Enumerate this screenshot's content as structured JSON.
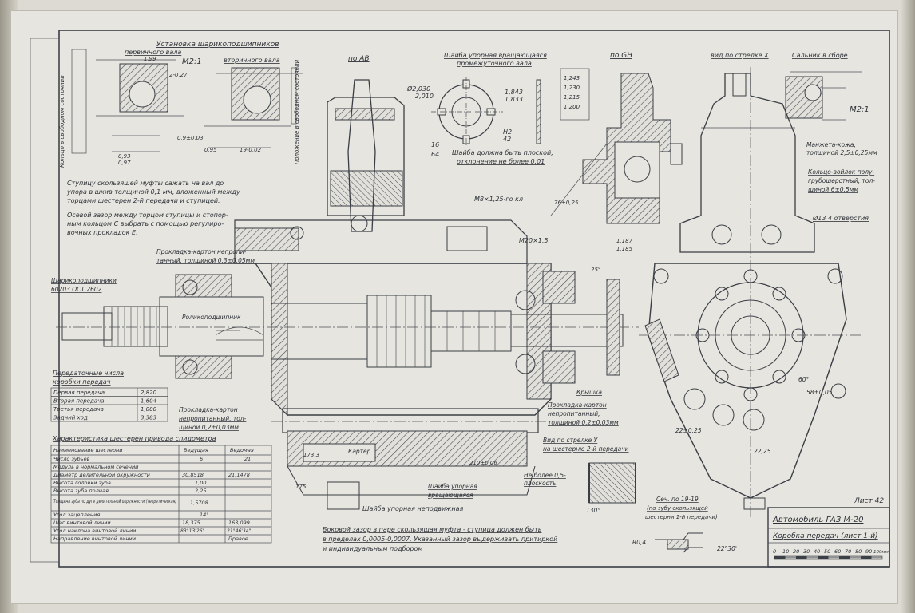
{
  "notes": {
    "top_left_title": "Установка шарикоподшипников",
    "top_left_sub1": "первичного вала",
    "top_left_sub2": "вторичного вала",
    "scale_top": "M2:1",
    "section_ab": "по АВ",
    "washer_title1": "Шайба упорная вращающаяся",
    "washer_title2": "промежуточного вала",
    "washer_flat": "Шайба должна быть плоской,",
    "washer_flat2": "отклонение не более 0,01",
    "section_gh": "по GH",
    "view_arrow": "вид по стрелке X",
    "seal_title": "Сальник в сборе",
    "seal_scale": "M2:1",
    "hub_note": [
      "Ступицу скользящей муфты сажать на вал до",
      "упора в шкив толщиной 0,1 мм, вложенный между",
      "торцами шестерен 2-й передачи и ступицей."
    ],
    "axial_note": [
      "Осевой зазор между торцом ступицы и стопор-",
      "ным кольцом C выбрать с помощью регулиро-",
      "вочных прокладок E."
    ],
    "gasket_top": [
      "Прокладка-картон непропи-",
      "танный, толщиной 0,3±0,05мм"
    ],
    "bearing_label": [
      "Шарикоподшипники",
      "60203 ОСТ 2602"
    ],
    "roller_label": "Роликоподшипник",
    "cuff_note": [
      "Манжета-кожа,",
      "толщиной 2,5±0,25мм"
    ],
    "felt_note": [
      "Кольцо-войлок полу-",
      "грубошерстный, тол-",
      "щиной 6±0,5мм"
    ],
    "holes_note": "Ø13 4 отверстия",
    "gasket_mid": [
      "Прокладка-картон",
      "непропитанный, тол-",
      "щиной 0,2±0,03мм"
    ],
    "cover_label": "Крышка",
    "gasket_right": [
      "Прокладка-картон",
      "непропитанный,",
      "толщиной 0,2±0,03мм"
    ],
    "case_label": "Картер",
    "fixed_washer": "Шайба упорная неподвижная",
    "rot_washer": [
      "Шайба упорная",
      "вращающаяся"
    ],
    "view_y": [
      "Вид по стрелке У",
      "на шестерню 2-й передачи"
    ],
    "flatness": [
      "Не более 0,5-",
      "плоскость"
    ],
    "section_tooth": [
      "Сеч. по 19-19",
      "(по зубу скользящей",
      "шестерни 1-й передачи)"
    ],
    "side_gap": [
      "Боковой зазор в паре скользящая муфта - ступица должен быть",
      "в пределах 0,0005-0,0007. Указанный зазор выдерживать притиркой",
      "и индивидуальным подбором"
    ],
    "sheet_no": "Лист 42",
    "thread": "M8×1,25-го кл",
    "ring_side": "Кольцо в свободном состоянии",
    "gap_free": "Положение в свободном состоянии"
  },
  "ratios_table": {
    "title": "Передаточные числа",
    "subtitle": "коробки передач",
    "rows": [
      [
        "Первая передача",
        "2,820"
      ],
      [
        "Вторая передача",
        "1,604"
      ],
      [
        "Третья передача",
        "1,000"
      ],
      [
        "Задний ход",
        "3,383"
      ]
    ]
  },
  "gear_table": {
    "title": "Характеристика шестерен привода спидометра",
    "headers": [
      "Наименование шестерни",
      "Ведущая",
      "Ведомая"
    ],
    "subheaders": [
      "",
      "6",
      "21"
    ],
    "rows": [
      [
        "Число зубьев",
        "",
        ""
      ],
      [
        "Модуль в нормальном сечении",
        "",
        ""
      ],
      [
        "Диаметр делительной окружности",
        "30,8518",
        "21,1478"
      ],
      [
        "Высота головки зуба",
        "1,00",
        ""
      ],
      [
        "Высота зуба полная",
        "2,25",
        ""
      ],
      [
        "Толщина зуба по дуге делительной окружности (теоретическая)",
        "1,5708",
        ""
      ],
      [
        "Угол зацепления",
        "14°",
        ""
      ],
      [
        "Шаг винтовой линии",
        "18,375",
        "163,099"
      ],
      [
        "Угол наклона винтовой линии",
        "83°13'26\"",
        "21°46'34\""
      ],
      [
        "Направление винтовой линии",
        "Правое",
        ""
      ]
    ]
  },
  "title_block": {
    "title1": "Автомобиль ГАЗ М-20",
    "title2": "Коробка передач (лист 1-й)",
    "scale_ticks": [
      "0",
      "10",
      "20",
      "30",
      "40",
      "50",
      "60",
      "70",
      "80",
      "90",
      "100мм"
    ]
  },
  "dims": {
    "d1": "1,99",
    "d2": "2-0,27",
    "d3": "0,9±0,03",
    "d4": "0,93",
    "d5": "0,97",
    "d6": "19-0,02",
    "d7": "0,95",
    "d8": "M20×1,5",
    "d9": "1,187",
    "d10": "1,185",
    "d11": "76±0,25",
    "d12": "58±0,05",
    "d13": "22±0,25",
    "d14": "22,25",
    "d15": "210±0,06",
    "d16": "173,3",
    "d17": "175",
    "d18": "25°",
    "d19": "60°",
    "d20": "130°",
    "d21": "22°30'",
    "d22": "R0,4",
    "d23": "1,243",
    "d24": "1,230",
    "d25": "1,215",
    "d26": "1,200",
    "d27": "Ø2,030",
    "d28": "2,010",
    "d29": "1,843",
    "d30": "1,833",
    "d31": "16",
    "d32": "64",
    "d33": "H2",
    "d34": "42"
  }
}
